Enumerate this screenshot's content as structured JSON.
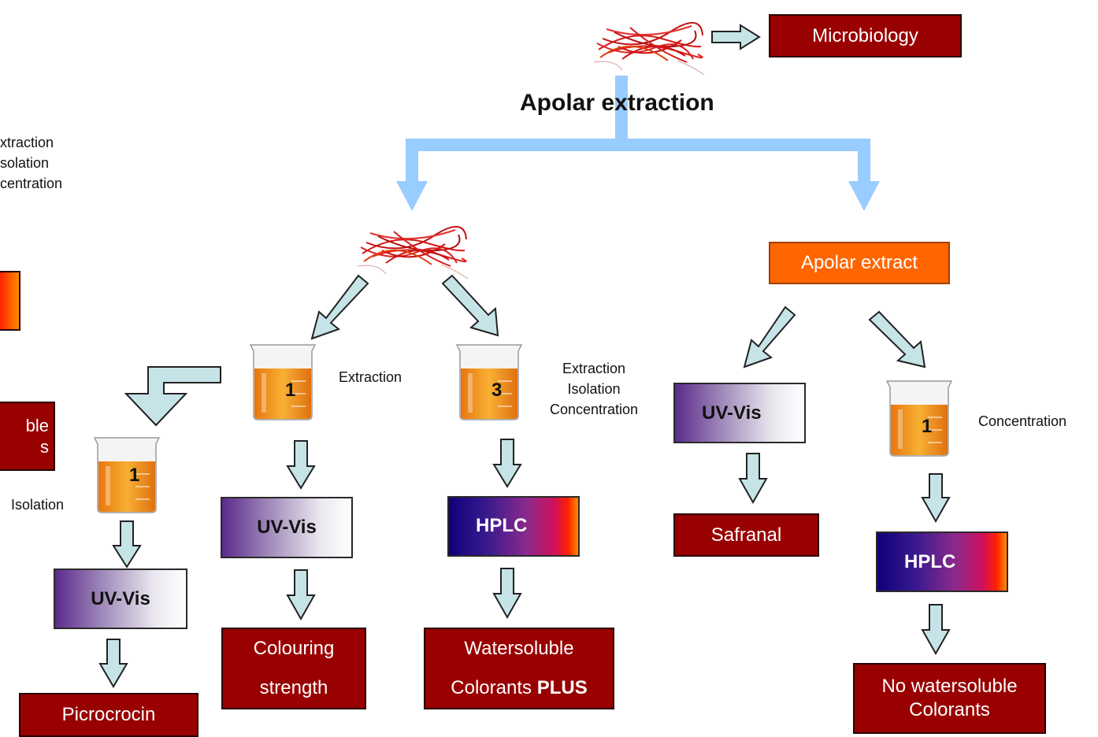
{
  "title": "Apolar extraction",
  "top": {
    "microbiology": "Microbiology"
  },
  "left_partial": {
    "notes": "xtraction\nsolation\ncentration",
    "box": "ble\ns"
  },
  "branch_left": {
    "beaker_isolation": {
      "number": "1",
      "label": "Isolation"
    },
    "uv": "UV-Vis",
    "result": "Picrocrocin"
  },
  "branch_mid1": {
    "beaker": {
      "number": "1",
      "label": "Extraction"
    },
    "uv": "UV-Vis",
    "result_line1": "Colouring",
    "result_line2": "strength"
  },
  "branch_mid2": {
    "beaker": {
      "number": "3",
      "label": "Extraction\nIsolation\nConcentration"
    },
    "hplc": "HPLC",
    "result_line1": "Watersoluble",
    "result_line2_prefix": "Colorants ",
    "result_line2_bold": "PLUS"
  },
  "branch_right": {
    "extract": "Apolar extract",
    "uv": "UV-Vis",
    "uv_result": "Safranal",
    "beaker": {
      "number": "1",
      "label": "Concentration"
    },
    "hplc": "HPLC",
    "result_line1": "No watersoluble",
    "result_line2": "Colorants"
  },
  "colors": {
    "result_box": "#990000",
    "extract_box": "#ff6600",
    "flow_arrow": "#99ccff",
    "step_arrow": "#c6e4e8",
    "liquid": "#f29a1a"
  }
}
